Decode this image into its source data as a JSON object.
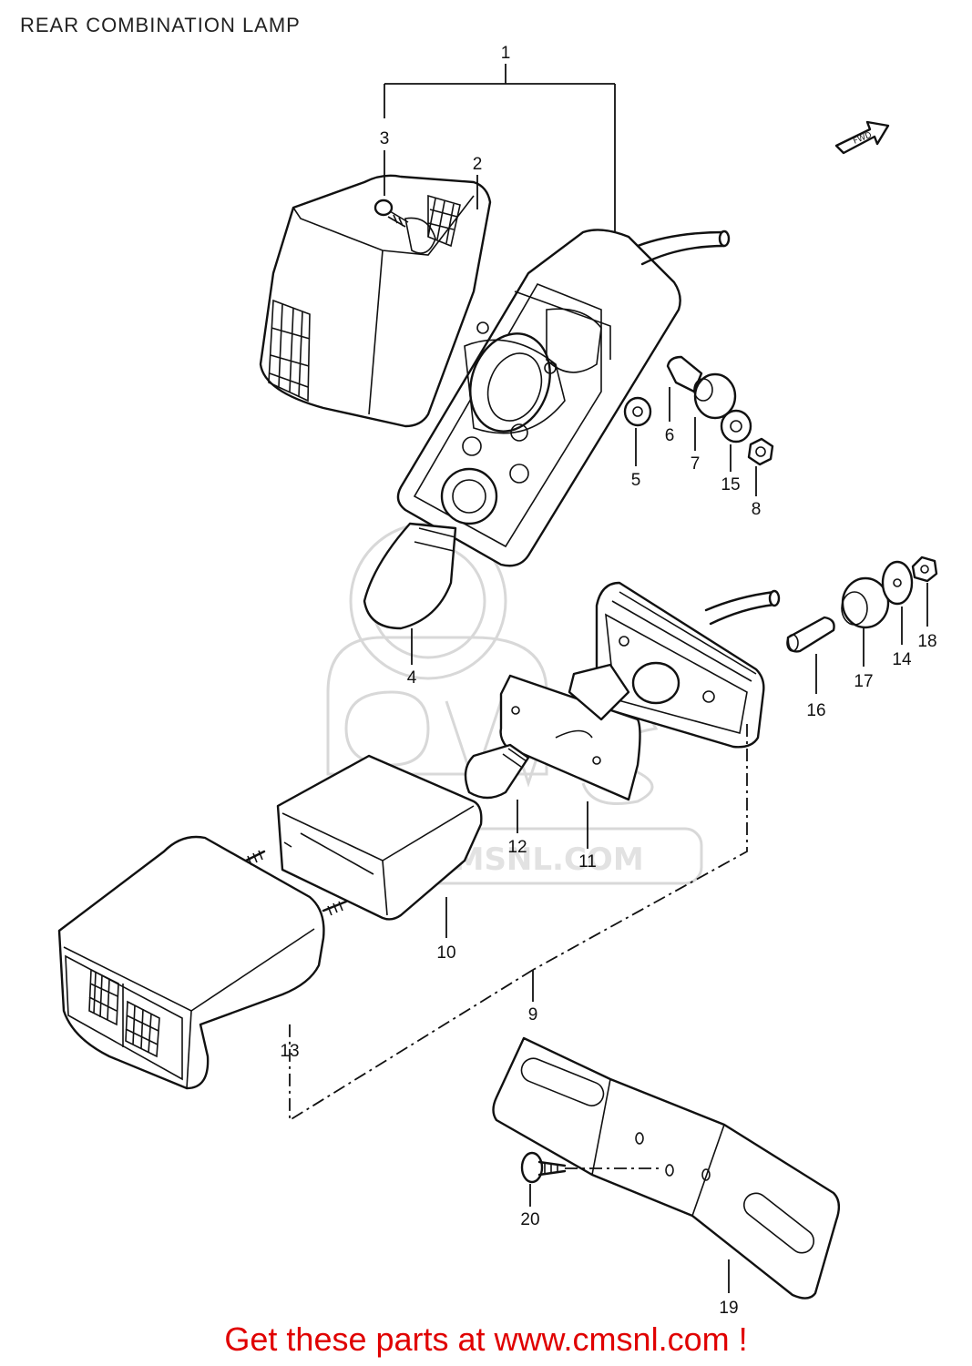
{
  "title": "REAR COMBINATION LAMP",
  "footer": "Get these parts at www.cmsnl.com !",
  "watermark": {
    "text": "WWW.CMSNL.COM",
    "logo": "CMS"
  },
  "forward_arrow": {
    "label": "FWD",
    "icon": "forward-arrow-icon"
  },
  "parts": [
    {
      "id": "1",
      "label": "1"
    },
    {
      "id": "2",
      "label": "2"
    },
    {
      "id": "3",
      "label": "3"
    },
    {
      "id": "4",
      "label": "4"
    },
    {
      "id": "5",
      "label": "5"
    },
    {
      "id": "6",
      "label": "6"
    },
    {
      "id": "7",
      "label": "7"
    },
    {
      "id": "8",
      "label": "8"
    },
    {
      "id": "9",
      "label": "9"
    },
    {
      "id": "10",
      "label": "10"
    },
    {
      "id": "11",
      "label": "11"
    },
    {
      "id": "12",
      "label": "12"
    },
    {
      "id": "13",
      "label": "13"
    },
    {
      "id": "14",
      "label": "14"
    },
    {
      "id": "15",
      "label": "15"
    },
    {
      "id": "16",
      "label": "16"
    },
    {
      "id": "17",
      "label": "17"
    },
    {
      "id": "18",
      "label": "18"
    },
    {
      "id": "19",
      "label": "19"
    },
    {
      "id": "20",
      "label": "20"
    }
  ]
}
